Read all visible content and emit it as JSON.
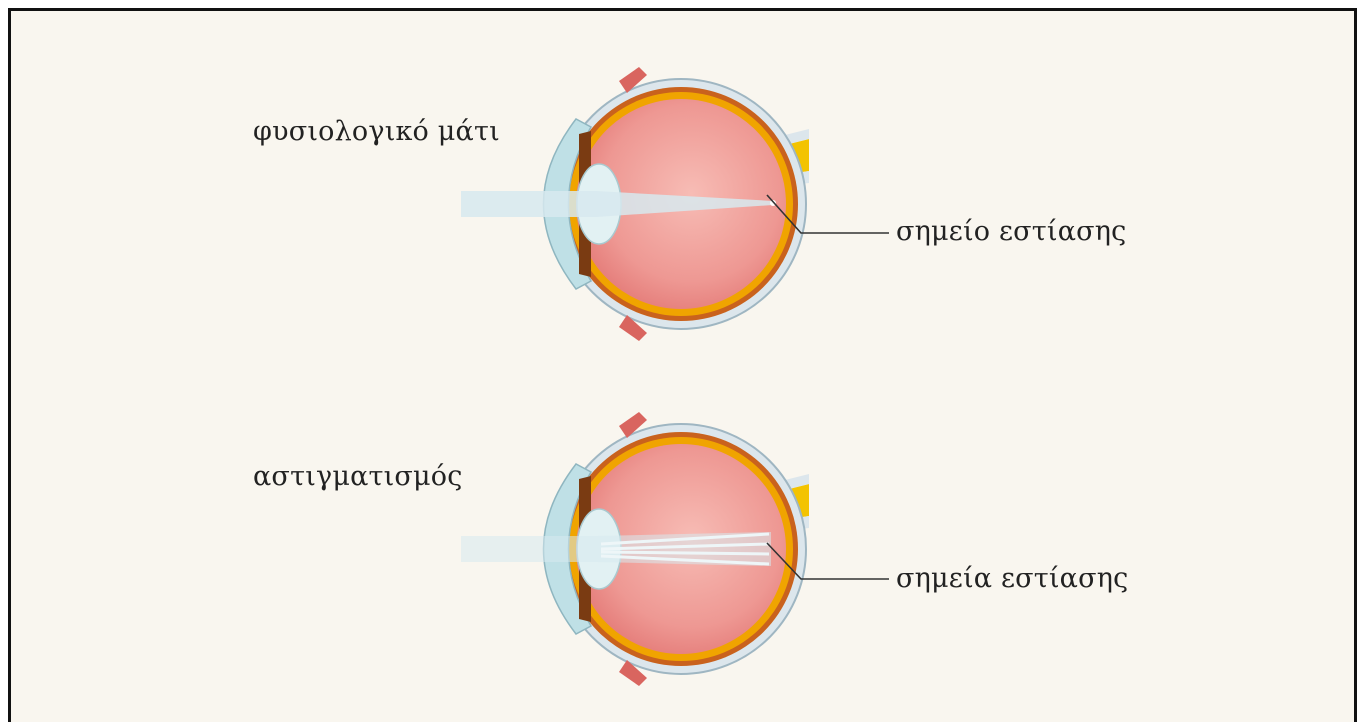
{
  "diagram": {
    "panels": [
      {
        "condition_label": "φυσιολογικό μάτι",
        "focus_label": "σημείο εστίασης",
        "focus_type": "single"
      },
      {
        "condition_label": "αστιγματισμός",
        "focus_label": "σημεία εστίασης",
        "focus_type": "multiple"
      }
    ]
  },
  "colors": {
    "background": "#f9f6ef",
    "eyeball": "#ec8a87",
    "eyeball_light": "#f6b8b2",
    "sclera_outline": "#dce6ec",
    "choroid": "#c9621d",
    "retina_band": "#f0a400",
    "optic_nerve": "#f3c300",
    "cornea": "#bfe0e6",
    "lens": "#e2f1f3",
    "iris": "#7a3b12",
    "light_ray": "#d7e9ee",
    "leader_line": "#333333"
  }
}
